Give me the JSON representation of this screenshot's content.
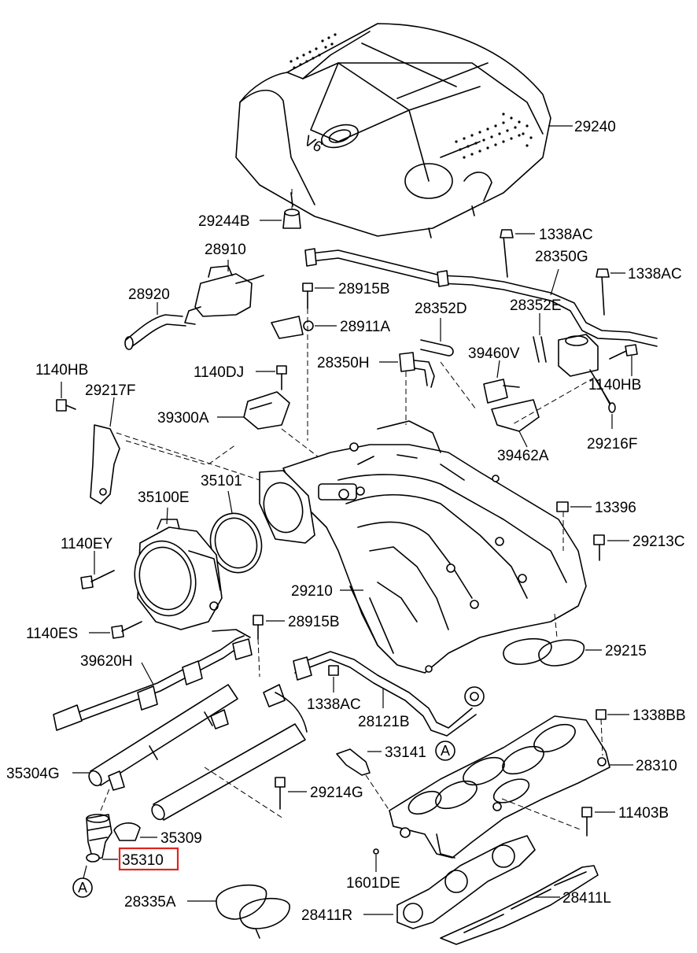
{
  "diagram": {
    "labels": {
      "p29240": "29240",
      "p29244B": "29244B",
      "p28910": "28910",
      "p1338AC_a": "1338AC",
      "p28350G": "28350G",
      "p1338AC_b": "1338AC",
      "p28920": "28920",
      "p28915B_a": "28915B",
      "p28352D": "28352D",
      "p28352E": "28352E",
      "p28911A": "28911A",
      "p39460V": "39460V",
      "p28350H": "28350H",
      "p1140HB_a": "1140HB",
      "p1140DJ": "1140DJ",
      "p1140HB_b": "1140HB",
      "p29217F": "29217F",
      "p39300A": "39300A",
      "p29216F": "29216F",
      "p39462A": "39462A",
      "p35101": "35101",
      "p35100E": "35100E",
      "p13396": "13396",
      "p1140EY": "1140EY",
      "p29213C": "29213C",
      "p29210": "29210",
      "p28915B_b": "28915B",
      "p1140ES": "1140ES",
      "p29215": "29215",
      "p39620H": "39620H",
      "p1338AC_c": "1338AC",
      "p28121B": "28121B",
      "p1338BB": "1338BB",
      "p33141": "33141",
      "p28310": "28310",
      "p35304G": "35304G",
      "p29214G": "29214G",
      "p11403B": "11403B",
      "p35309": "35309",
      "p35310": "35310",
      "p1601DE": "1601DE",
      "p28335A": "28335A",
      "p28411L": "28411L",
      "p28411R": "28411R",
      "refA1": "A",
      "refA2": "A",
      "logo_badge": "V6"
    },
    "highlighted_part": "35310",
    "highlight_color": "#e0241b"
  }
}
